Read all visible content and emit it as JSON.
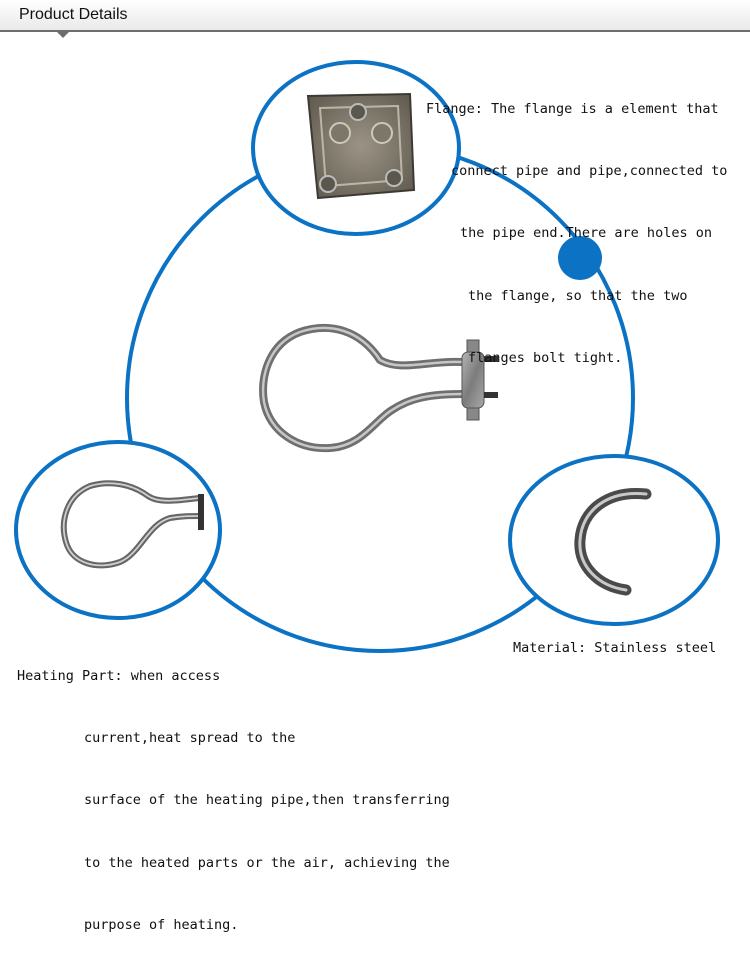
{
  "header": {
    "title": "Product Details"
  },
  "flange": {
    "lines": [
      "Flange: The flange is a element that",
      "connect pipe and pipe,connected to",
      "the pipe end.There are holes on",
      "the flange, so that the two",
      "flanges bolt tight."
    ]
  },
  "heating": {
    "lines": [
      "Heating Part: when access",
      "current,heat spread to the",
      "surface of the heating pipe,then transferring",
      "to the heated parts or the air, achieving the",
      "purpose of heating."
    ]
  },
  "material": {
    "label": "Material: Stainless steel"
  },
  "colors": {
    "accent": "#0b72c4",
    "header_line": "#6d6d6d",
    "metal": "#8e8e8e"
  },
  "icons": [
    "flange-plate-image",
    "heating-element-image",
    "heating-loop-image",
    "steel-tube-image",
    "blue-dot-marker"
  ]
}
